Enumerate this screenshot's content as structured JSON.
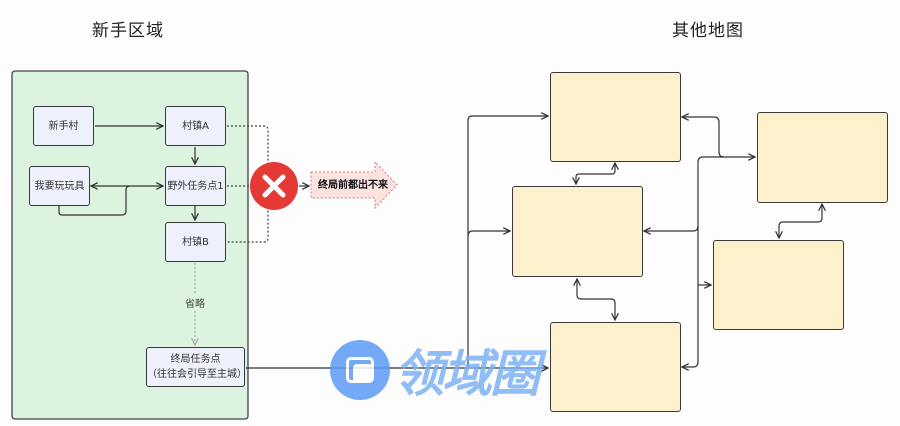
{
  "titles": {
    "left": "新手区域",
    "right": "其他地图"
  },
  "nodes": {
    "novice_village": "新手村",
    "town_a": "村镇A",
    "toy": "我要玩玩具",
    "field_point": "野外任务点1",
    "town_b": "村镇B",
    "final_line1": "终局任务点",
    "final_line2": "（往往会引导至主城）"
  },
  "omitted_label": "省略",
  "blocked_label": "终局前都出不来",
  "logo_text": "领域圈",
  "colors": {
    "novice_area": "#dcf3e0",
    "map_box": "#fdf0cc",
    "node": "#eef1fb",
    "block": "#e53935",
    "banner": "#fde3e0"
  }
}
